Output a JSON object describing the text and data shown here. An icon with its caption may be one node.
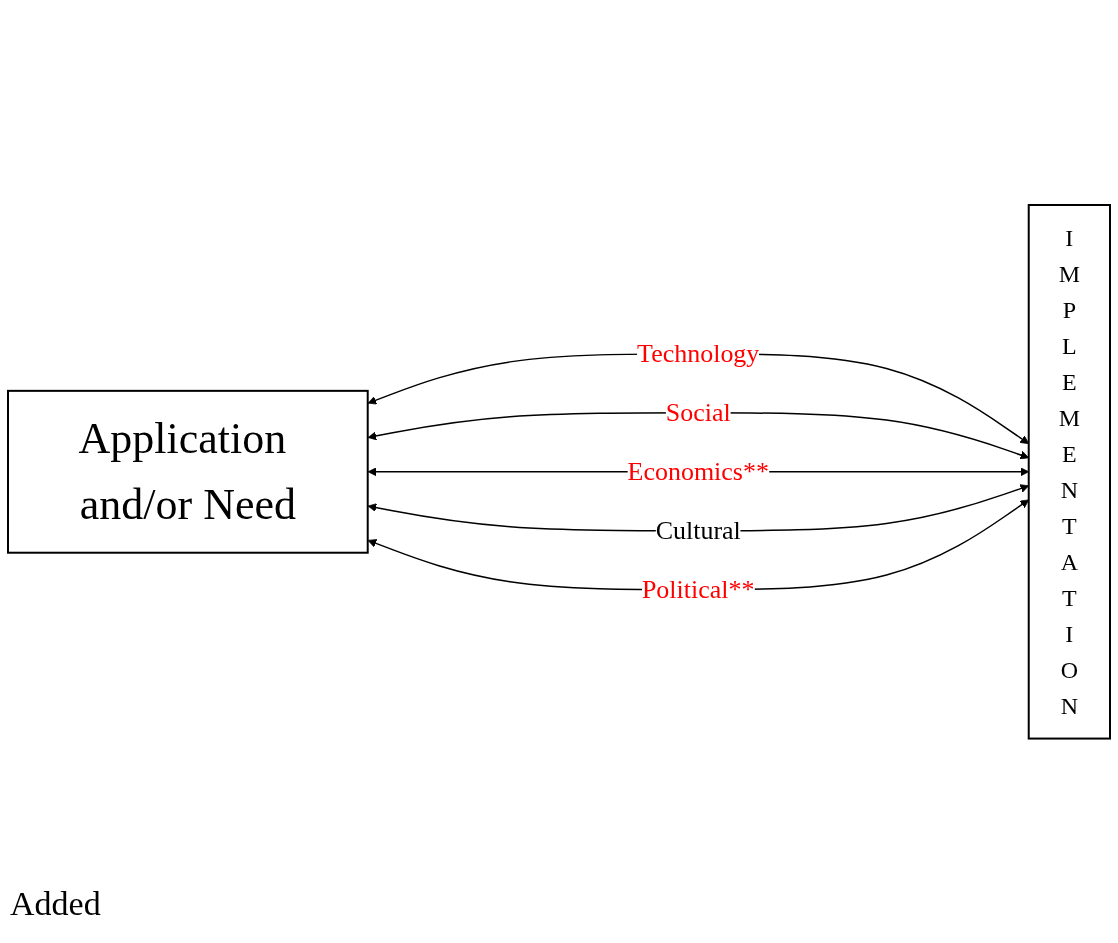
{
  "diagram": {
    "nodes": [
      {
        "text": [
          "Application and/or Need"
        ]
      },
      {
        "text": [
          "IMPLEMENTATION"
        ]
      }
    ],
    "edges": [
      {
        "from": 0,
        "to": 1,
        "arrow": "both",
        "label": "Technology"
      },
      {
        "from": 0,
        "to": 1,
        "arrow": "both",
        "label": "Social"
      },
      {
        "from": 0,
        "to": 1,
        "arrow": "both",
        "label": "Economics**"
      },
      {
        "from": 0,
        "to": 1,
        "arrow": "both",
        "label": "Cultural"
      },
      {
        "from": 0,
        "to": 1,
        "arrow": "both",
        "label": "Political**"
      }
    ],
    "labels": [
      "Added"
    ]
  }
}
